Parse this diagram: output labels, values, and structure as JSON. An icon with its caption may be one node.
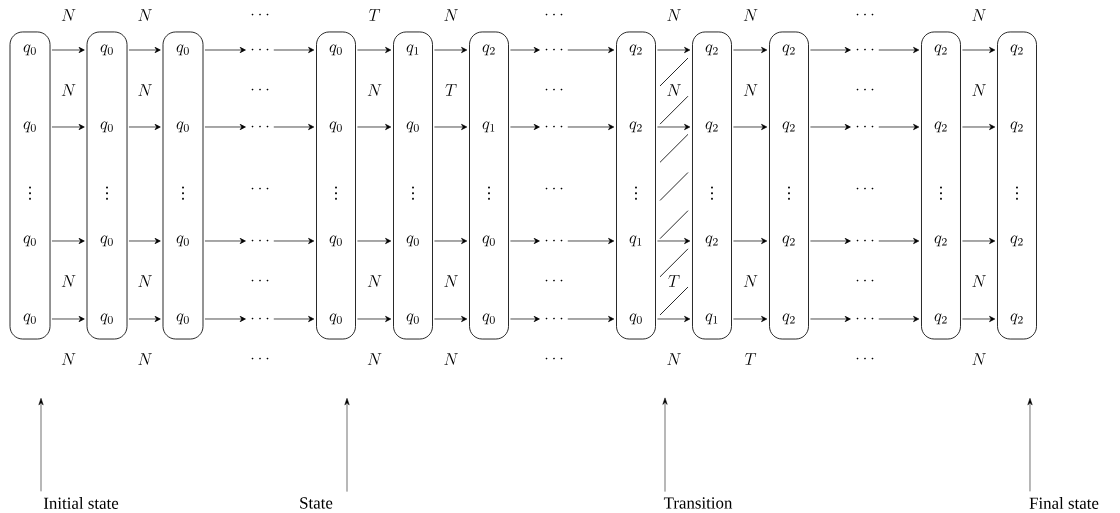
{
  "diagram": {
    "nodes": [
      {
        "text": [
          "q_0",
          "q_0",
          "\\vdots",
          "q_0",
          "q_0"
        ]
      },
      {
        "text": [
          "q_0",
          "q_0",
          "\\vdots",
          "q_0",
          "q_0"
        ]
      },
      {
        "text": [
          "q_0",
          "q_0",
          "\\vdots",
          "q_0",
          "q_0"
        ]
      },
      {
        "text": [
          "\\cdots",
          "\\cdots",
          "\\cdots",
          "\\cdots",
          "\\cdots"
        ]
      },
      {
        "text": [
          "q_0",
          "q_0",
          "\\vdots",
          "q_0",
          "q_0"
        ]
      },
      {
        "text": [
          "q_1",
          "q_0",
          "\\vdots",
          "q_0",
          "q_0"
        ]
      },
      {
        "text": [
          "q_2",
          "q_1",
          "\\vdots",
          "q_0",
          "q_0"
        ]
      },
      {
        "text": [
          "\\cdots",
          "\\cdots",
          "\\cdots",
          "\\cdots",
          "\\cdots"
        ]
      },
      {
        "text": [
          "q_2",
          "q_2",
          "\\vdots",
          "q_1",
          "q_0"
        ]
      },
      {
        "text": [
          "q_2",
          "q_2",
          "\\vdots",
          "q_2",
          "q_1"
        ]
      },
      {
        "text": [
          "q_2",
          "q_2",
          "\\vdots",
          "q_2",
          "q_2"
        ]
      },
      {
        "text": [
          "\\cdots",
          "\\cdots",
          "\\cdots",
          "\\cdots",
          "\\cdots"
        ]
      },
      {
        "text": [
          "q_2",
          "q_2",
          "\\vdots",
          "q_2",
          "q_2"
        ]
      },
      {
        "text": [
          "q_2",
          "q_2",
          "\\vdots",
          "q_2",
          "q_2"
        ]
      },
      {
        "text": [
          "Initial state"
        ]
      },
      {
        "text": [
          "State"
        ]
      },
      {
        "text": [
          "Transition"
        ]
      },
      {
        "text": [
          "Final state"
        ]
      }
    ],
    "edges": [
      {
        "from": 0,
        "to": 1,
        "arrow": "to",
        "label": "N"
      },
      {
        "from": 0,
        "to": 1,
        "arrow": "to",
        "label": "N"
      },
      {
        "from": 0,
        "to": 1,
        "arrow": "to",
        "label": "N"
      },
      {
        "from": 0,
        "to": 1,
        "arrow": "to",
        "label": "N"
      },
      {
        "from": 1,
        "to": 2,
        "arrow": "to",
        "label": "N"
      },
      {
        "from": 1,
        "to": 2,
        "arrow": "to",
        "label": "N"
      },
      {
        "from": 1,
        "to": 2,
        "arrow": "to",
        "label": "N"
      },
      {
        "from": 1,
        "to": 2,
        "arrow": "to",
        "label": "N"
      },
      {
        "from": 2,
        "to": 3,
        "arrow": "to"
      },
      {
        "from": 2,
        "to": 3,
        "arrow": "to"
      },
      {
        "from": 2,
        "to": 3,
        "arrow": "to"
      },
      {
        "from": 2,
        "to": 3,
        "arrow": "to"
      },
      {
        "from": 3,
        "to": 4,
        "arrow": "to"
      },
      {
        "from": 3,
        "to": 4,
        "arrow": "to"
      },
      {
        "from": 3,
        "to": 4,
        "arrow": "to"
      },
      {
        "from": 3,
        "to": 4,
        "arrow": "to"
      },
      {
        "from": 4,
        "to": 5,
        "arrow": "to",
        "label": "T"
      },
      {
        "from": 4,
        "to": 5,
        "arrow": "to",
        "label": "N"
      },
      {
        "from": 4,
        "to": 5,
        "arrow": "to",
        "label": "N"
      },
      {
        "from": 4,
        "to": 5,
        "arrow": "to",
        "label": "N"
      },
      {
        "from": 5,
        "to": 6,
        "arrow": "to",
        "label": "N"
      },
      {
        "from": 5,
        "to": 6,
        "arrow": "to",
        "label": "T"
      },
      {
        "from": 5,
        "to": 6,
        "arrow": "to",
        "label": "N"
      },
      {
        "from": 5,
        "to": 6,
        "arrow": "to",
        "label": "N"
      },
      {
        "from": 6,
        "to": 7,
        "arrow": "to"
      },
      {
        "from": 6,
        "to": 7,
        "arrow": "to"
      },
      {
        "from": 6,
        "to": 7,
        "arrow": "to"
      },
      {
        "from": 6,
        "to": 7,
        "arrow": "to"
      },
      {
        "from": 7,
        "to": 8,
        "arrow": "to"
      },
      {
        "from": 7,
        "to": 8,
        "arrow": "to"
      },
      {
        "from": 7,
        "to": 8,
        "arrow": "to"
      },
      {
        "from": 7,
        "to": 8,
        "arrow": "to"
      },
      {
        "from": 8,
        "to": 9,
        "arrow": "to",
        "label": "N"
      },
      {
        "from": 8,
        "to": 9,
        "arrow": "to",
        "label": "N"
      },
      {
        "from": 8,
        "to": 9,
        "arrow": "to",
        "label": "T"
      },
      {
        "from": 8,
        "to": 9,
        "arrow": "to",
        "label": "N"
      },
      {
        "from": 9,
        "to": 10,
        "arrow": "to",
        "label": "N"
      },
      {
        "from": 9,
        "to": 10,
        "arrow": "to",
        "label": "N"
      },
      {
        "from": 9,
        "to": 10,
        "arrow": "to",
        "label": "N"
      },
      {
        "from": 9,
        "to": 10,
        "arrow": "to",
        "label": "T"
      },
      {
        "from": 10,
        "to": 11,
        "arrow": "to"
      },
      {
        "from": 10,
        "to": 11,
        "arrow": "to"
      },
      {
        "from": 10,
        "to": 11,
        "arrow": "to"
      },
      {
        "from": 10,
        "to": 11,
        "arrow": "to"
      },
      {
        "from": 11,
        "to": 12,
        "arrow": "to"
      },
      {
        "from": 11,
        "to": 12,
        "arrow": "to"
      },
      {
        "from": 11,
        "to": 12,
        "arrow": "to"
      },
      {
        "from": 11,
        "to": 12,
        "arrow": "to"
      },
      {
        "from": 12,
        "to": 13,
        "arrow": "to",
        "label": "N"
      },
      {
        "from": 12,
        "to": 13,
        "arrow": "to",
        "label": "N"
      },
      {
        "from": 12,
        "to": 13,
        "arrow": "to",
        "label": "N"
      },
      {
        "from": 12,
        "to": 13,
        "arrow": "to",
        "label": "N"
      },
      {
        "from": 14,
        "to": 0,
        "arrow": "to"
      },
      {
        "from": 15,
        "to": 4,
        "arrow": "to"
      },
      {
        "from": 16,
        "to": null,
        "arrow": "to"
      },
      {
        "from": 17,
        "to": 13,
        "arrow": "to"
      }
    ],
    "labels": [
      "\\cdots",
      "\\cdots",
      "\\cdots",
      "\\cdots",
      "\\cdots",
      "\\cdots",
      "\\cdots",
      "\\cdots",
      "\\cdots",
      "\\cdots",
      "\\cdots",
      "\\cdots"
    ]
  }
}
